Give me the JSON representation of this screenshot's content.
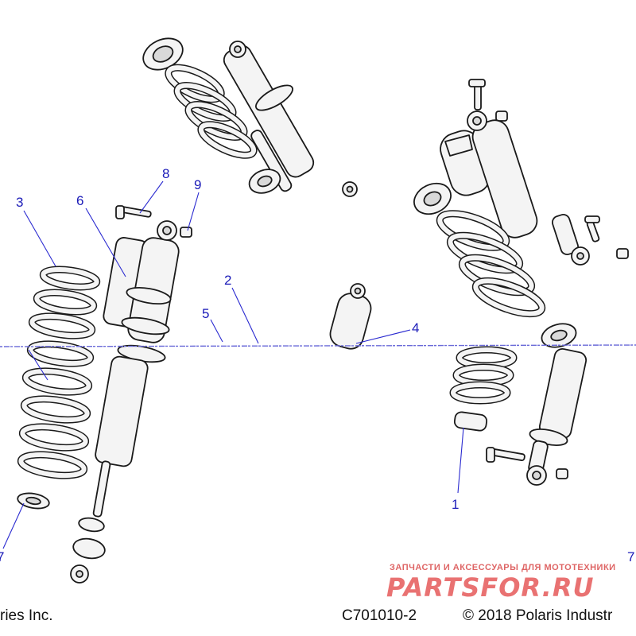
{
  "callouts": [
    {
      "id": "c1",
      "label": "1"
    },
    {
      "id": "c2",
      "label": "2"
    },
    {
      "id": "c3",
      "label": "3"
    },
    {
      "id": "c4",
      "label": "4"
    },
    {
      "id": "c5",
      "label": "5"
    },
    {
      "id": "c6",
      "label": "6"
    },
    {
      "id": "c7a",
      "label": "7"
    },
    {
      "id": "c7b",
      "label": "7"
    },
    {
      "id": "c8",
      "label": "8"
    },
    {
      "id": "c9",
      "label": "9"
    }
  ],
  "footer": {
    "left": "ries Inc.",
    "center": "C701010-2",
    "right": "© 2018 Polaris Industr"
  },
  "watermark": {
    "tagline": "ЗАПЧАСТИ И АКСЕССУАРЫ ДЛЯ МОТОТЕХНИКИ",
    "brand": "PARTSFOR.RU"
  },
  "colors": {
    "callout": "#1b1bb8",
    "watermark": "#e65a5a",
    "line_art": "#1a1a1a"
  }
}
